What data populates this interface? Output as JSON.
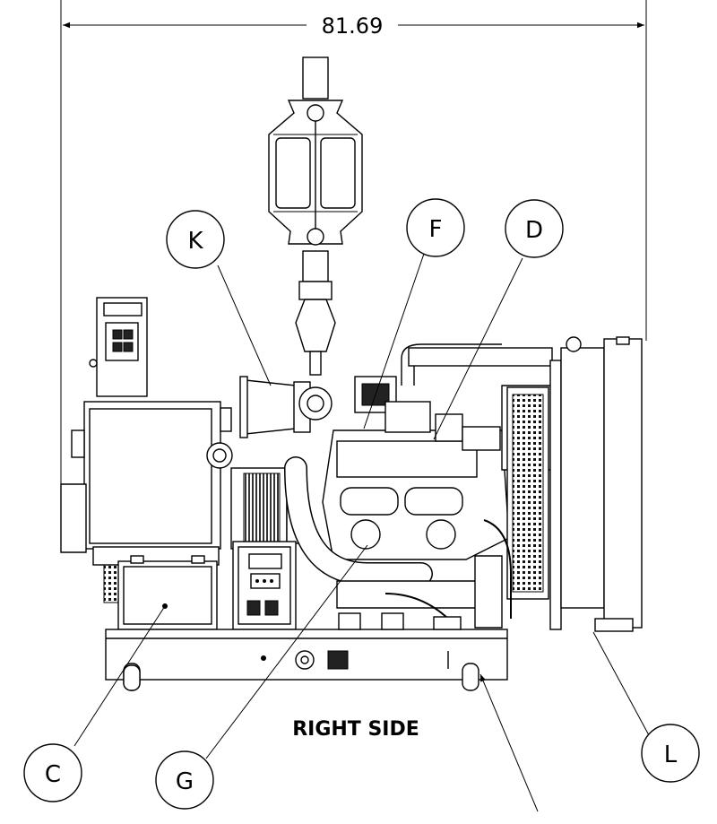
{
  "dimension": {
    "overall_width": "81.69"
  },
  "view_title": "RIGHT SIDE",
  "callouts": {
    "k": "K",
    "f": "F",
    "d": "D",
    "c": "C",
    "g": "G",
    "l": "L"
  }
}
